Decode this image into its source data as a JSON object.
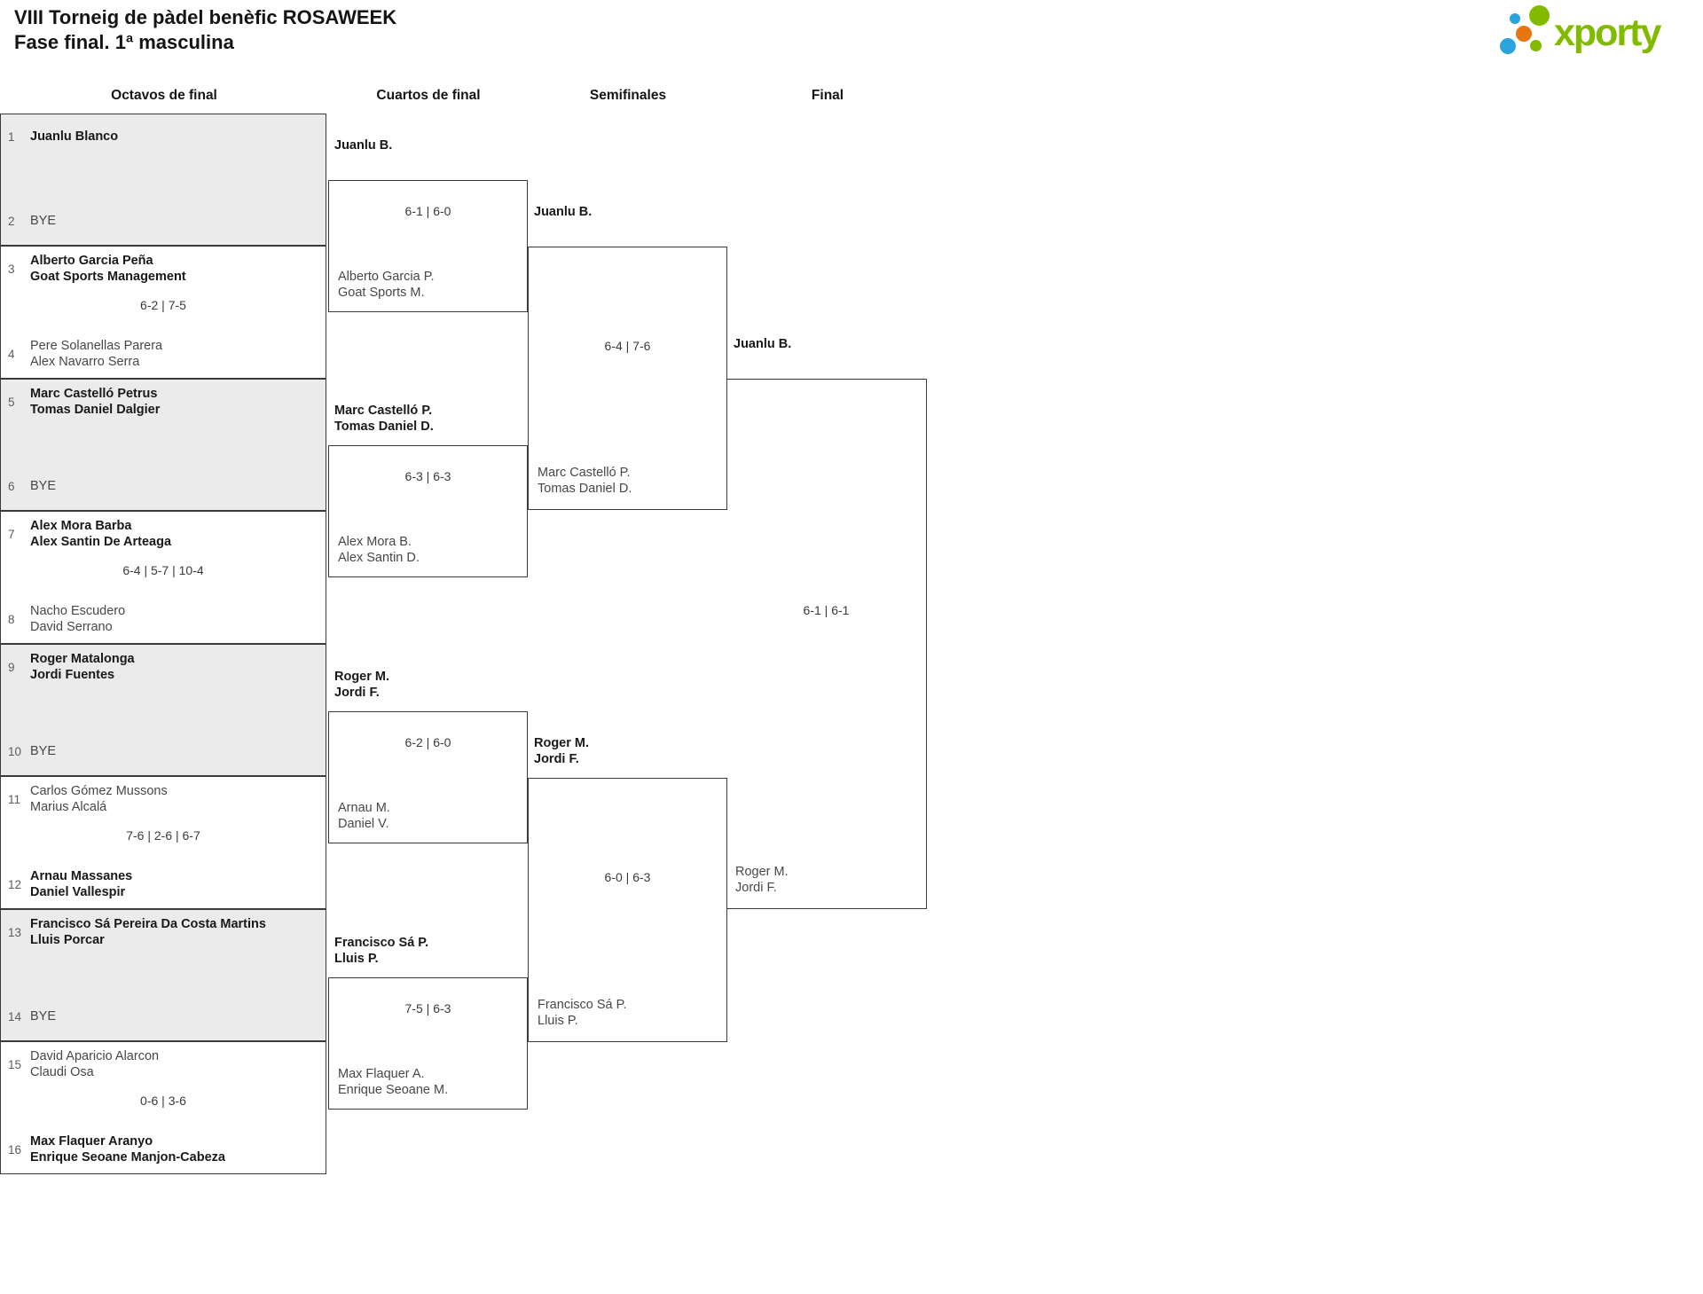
{
  "page": {
    "title": "VIII Torneig de pàdel benèfic ROSAWEEK",
    "subtitle": "Fase final. 1ª masculina",
    "logo": {
      "text": "xporty",
      "colors": {
        "green": "#82ba00",
        "blue": "#29a5dc",
        "orange": "#e87511"
      }
    }
  },
  "rounds": {
    "r16": "Octavos de final",
    "qf": "Cuartos de final",
    "sf": "Semifinales",
    "f": "Final"
  },
  "octavos": [
    {
      "a": {
        "seed": "1",
        "lines": [
          "Juanlu Blanco"
        ],
        "winner": true
      },
      "b": {
        "seed": "2",
        "lines": [
          "BYE"
        ],
        "bye": true
      },
      "score": ""
    },
    {
      "a": {
        "seed": "3",
        "lines": [
          "Alberto Garcia Peña",
          "Goat Sports Management"
        ],
        "winner": true
      },
      "b": {
        "seed": "4",
        "lines": [
          "Pere Solanellas Parera",
          "Alex Navarro Serra"
        ]
      },
      "score": "6-2 | 7-5"
    },
    {
      "a": {
        "seed": "5",
        "lines": [
          "Marc Castelló Petrus",
          "Tomas Daniel Dalgier"
        ],
        "winner": true
      },
      "b": {
        "seed": "6",
        "lines": [
          "BYE"
        ],
        "bye": true
      },
      "score": ""
    },
    {
      "a": {
        "seed": "7",
        "lines": [
          "Alex Mora Barba",
          "Alex Santin De Arteaga"
        ],
        "winner": true
      },
      "b": {
        "seed": "8",
        "lines": [
          "Nacho Escudero",
          "David Serrano"
        ]
      },
      "score": "6-4 | 5-7 | 10-4"
    },
    {
      "a": {
        "seed": "9",
        "lines": [
          "Roger Matalonga",
          "Jordi Fuentes"
        ],
        "winner": true
      },
      "b": {
        "seed": "10",
        "lines": [
          "BYE"
        ],
        "bye": true
      },
      "score": ""
    },
    {
      "a": {
        "seed": "11",
        "lines": [
          "Carlos Gómez Mussons",
          "Marius Alcalá"
        ]
      },
      "b": {
        "seed": "12",
        "lines": [
          "Arnau Massanes",
          "Daniel Vallespir"
        ],
        "winner": true
      },
      "score": "7-6 | 2-6 | 6-7"
    },
    {
      "a": {
        "seed": "13",
        "lines": [
          "Francisco Sá Pereira Da Costa Martins",
          "Lluis Porcar"
        ],
        "winner": true
      },
      "b": {
        "seed": "14",
        "lines": [
          "BYE"
        ],
        "bye": true
      },
      "score": ""
    },
    {
      "a": {
        "seed": "15",
        "lines": [
          "David Aparicio Alarcon",
          "Claudi Osa"
        ]
      },
      "b": {
        "seed": "16",
        "lines": [
          "Max Flaquer Aranyo",
          "Enrique Seoane Manjon-Cabeza"
        ],
        "winner": true
      },
      "score": "0-6 | 3-6"
    }
  ],
  "cuartos": [
    {
      "winner": [
        "Juanlu B."
      ],
      "score": "6-1 | 6-0",
      "loser": [
        "Alberto Garcia P.",
        "Goat Sports M."
      ]
    },
    {
      "winner": [
        "Marc Castelló P.",
        "Tomas Daniel D."
      ],
      "score": "6-3 | 6-3",
      "loser": [
        "Alex Mora B.",
        "Alex Santin D."
      ]
    },
    {
      "winner": [
        "Roger M.",
        "Jordi F."
      ],
      "score": "6-2 | 6-0",
      "loser": [
        "Arnau M.",
        "Daniel V."
      ]
    },
    {
      "winner": [
        "Francisco Sá P.",
        "Lluis P."
      ],
      "score": "7-5 | 6-3",
      "loser": [
        "Max Flaquer A.",
        "Enrique Seoane M."
      ]
    }
  ],
  "semifinales": [
    {
      "winner": [
        "Juanlu B."
      ],
      "score": "6-4 | 7-6",
      "loser": [
        "Marc Castelló P.",
        "Tomas Daniel D."
      ]
    },
    {
      "winner": [
        "Roger M.",
        "Jordi F."
      ],
      "score": "6-0 | 6-3",
      "loser": [
        "Francisco Sá P.",
        "Lluis P."
      ]
    }
  ],
  "final": {
    "winner": [
      "Juanlu B."
    ],
    "score": "6-1 | 6-1",
    "loser": [
      "Roger M.",
      "Jordi F."
    ]
  }
}
